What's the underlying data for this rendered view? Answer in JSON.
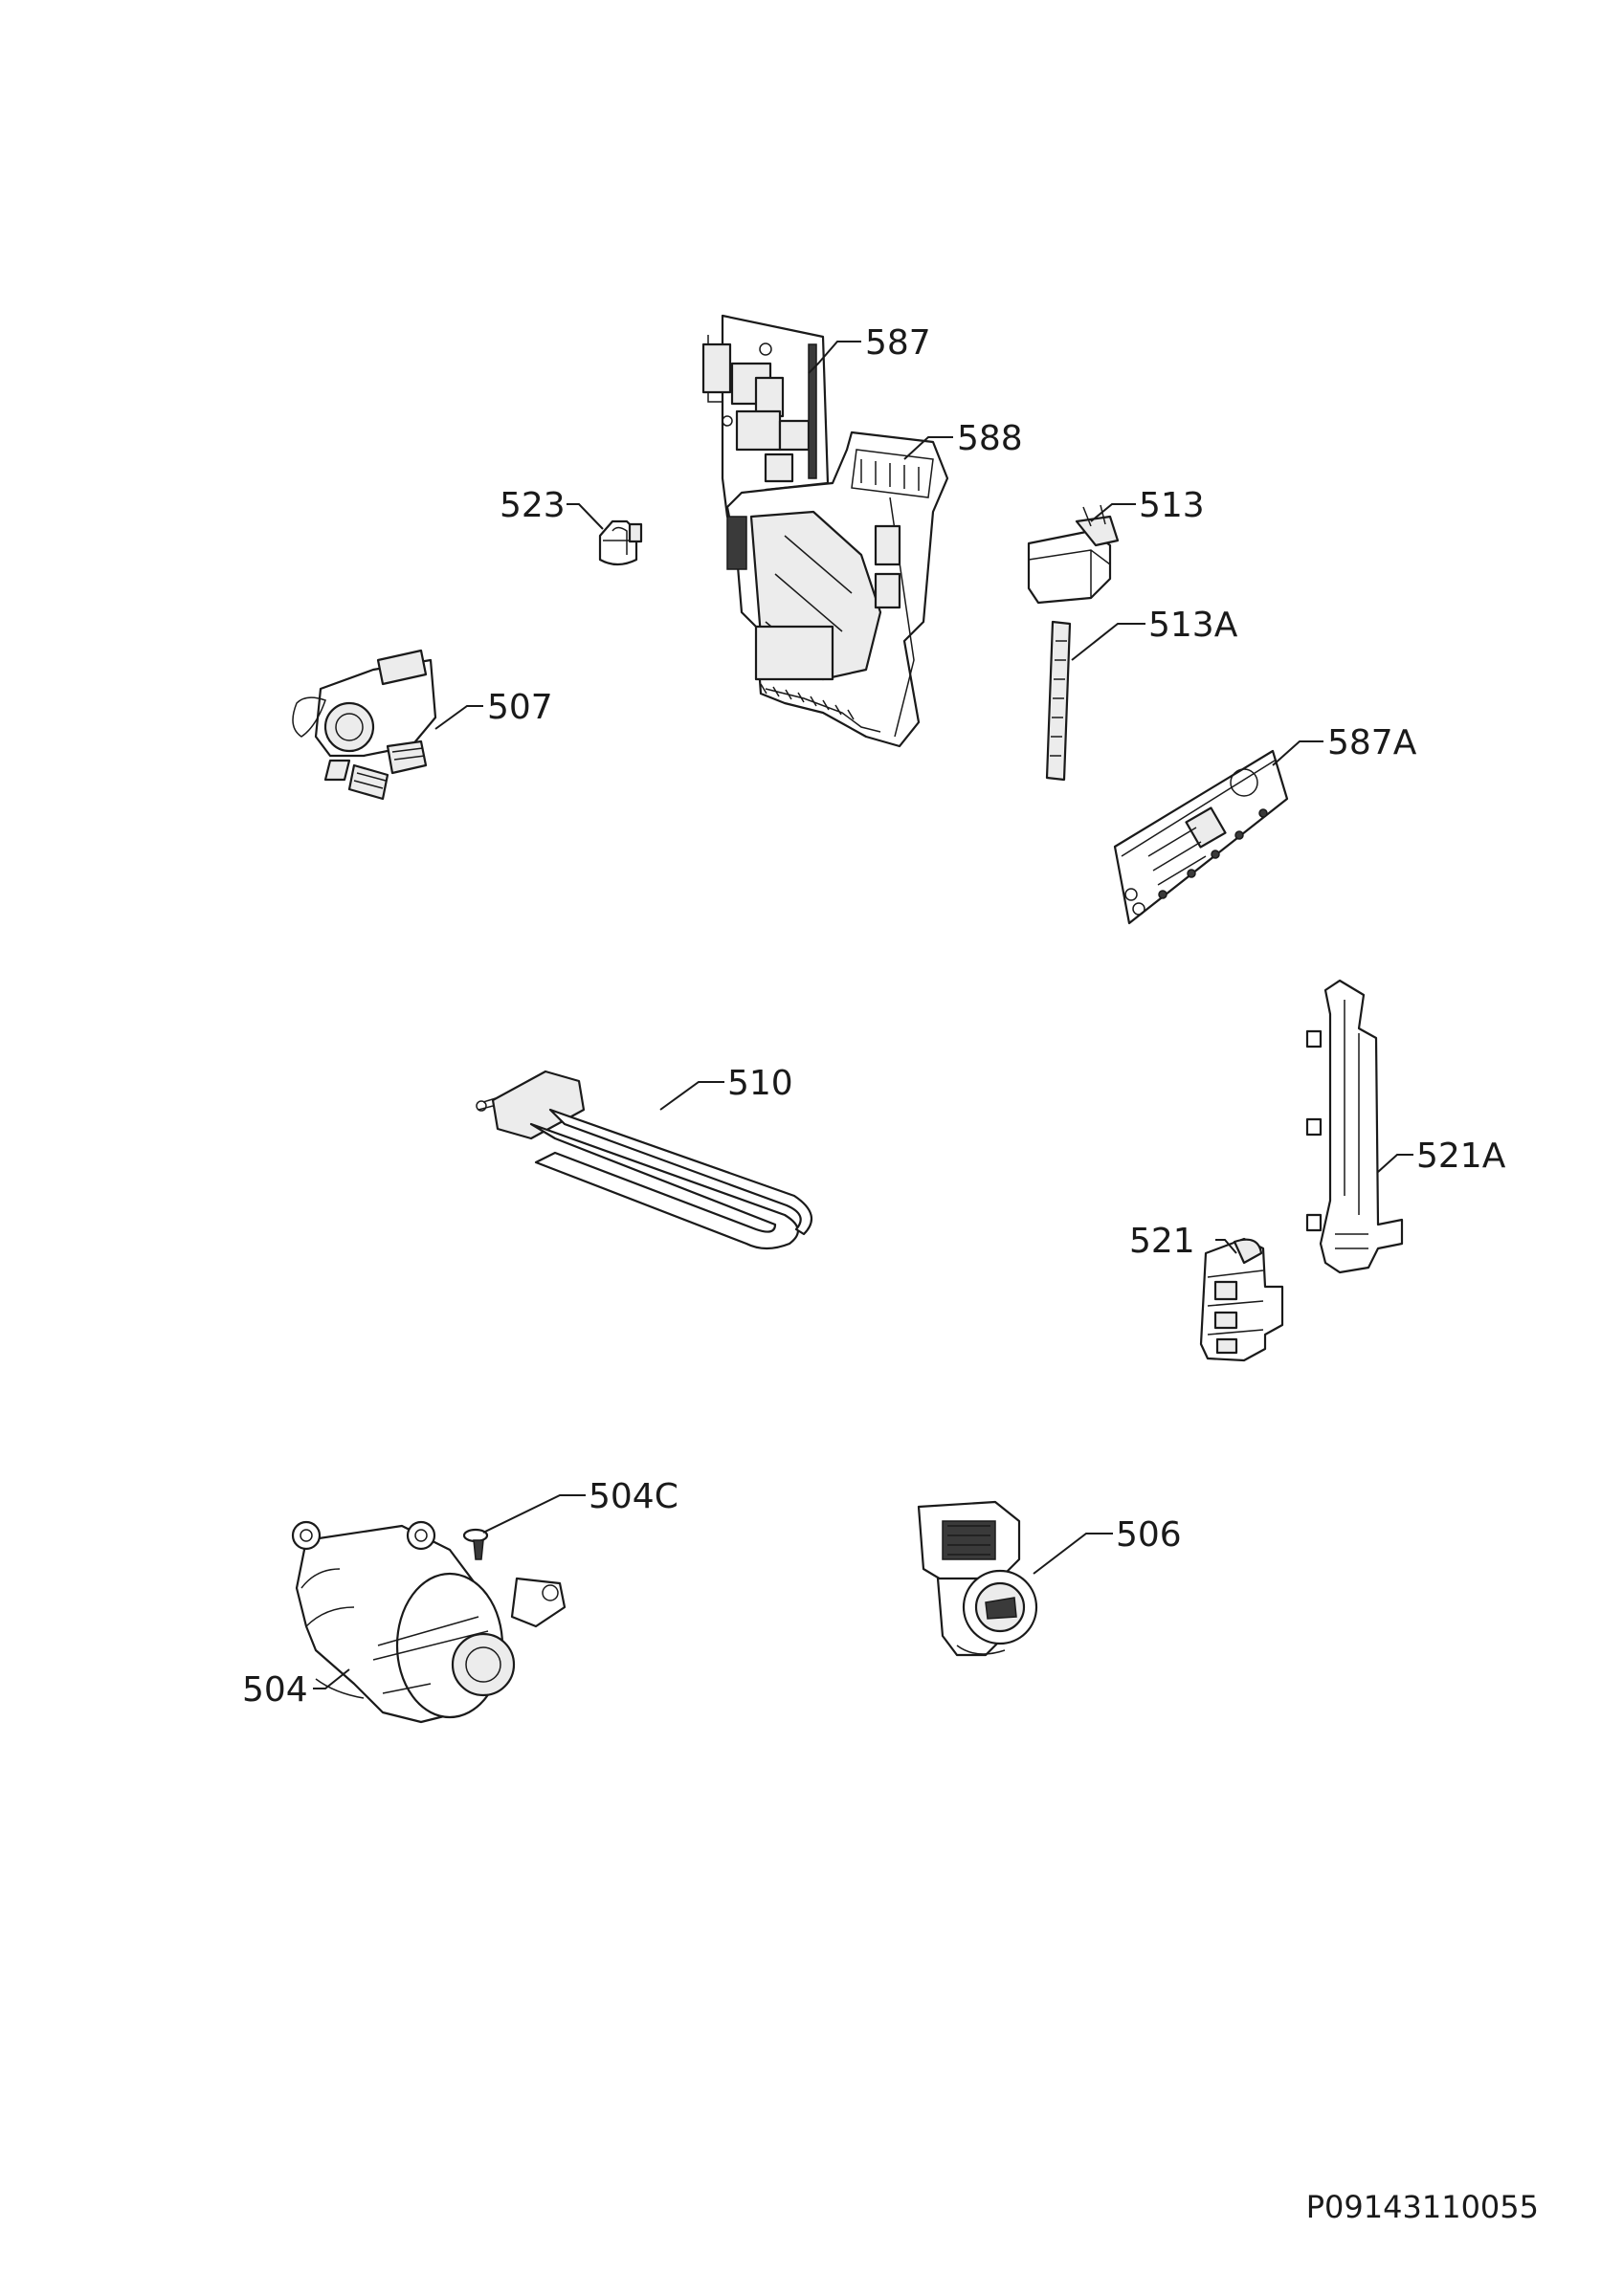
{
  "labels": {
    "p587": "587",
    "p588": "588",
    "p523": "523",
    "p513": "513",
    "p513a": "513A",
    "p507": "507",
    "p587a": "587A",
    "p510": "510",
    "p521a": "521A",
    "p521": "521",
    "p504c": "504C",
    "p506": "506",
    "p504": "504"
  },
  "footer": {
    "code": "P09143110055"
  }
}
